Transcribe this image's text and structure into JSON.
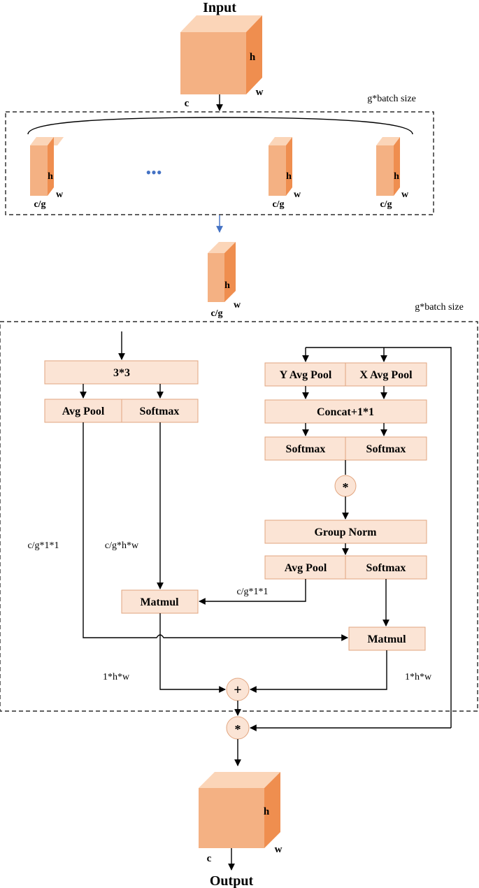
{
  "labels": {
    "input": "Input",
    "output": "Output",
    "batch_top": "g*batch size",
    "batch_bottom": "g*batch size",
    "dim_c": "c",
    "dim_h": "h",
    "dim_w": "w",
    "dim_cg": "c/g",
    "ellipsis": "•••"
  },
  "nodes": {
    "conv3": "3*3",
    "avgpool_left": "Avg Pool",
    "softmax_left": "Softmax",
    "y_avg_pool": "Y Avg Pool",
    "x_avg_pool": "X Avg Pool",
    "concat": "Concat+1*1",
    "softmax_r1": "Softmax",
    "softmax_r2": "Softmax",
    "group_norm": "Group Norm",
    "avgpool_right": "Avg Pool",
    "softmax_right": "Softmax",
    "matmul_left": "Matmul",
    "matmul_right": "Matmul",
    "multiply_symbol": "*",
    "add_symbol": "+"
  },
  "annotations": {
    "cg11_left": "c/g*1*1",
    "cghw": "c/g*h*w",
    "cg11_mid": "c/g*1*1",
    "hw_left": "1*h*w",
    "hw_right": "1*h*w"
  },
  "colors": {
    "cube_front": "#f4b183",
    "cube_top": "#fbd5b8",
    "cube_side": "#ef8e4f",
    "box_fill": "#fbe4d5",
    "box_stroke": "#e2a57f",
    "blue_arrow": "#4472c4",
    "blue_dots": "#4472c4"
  }
}
